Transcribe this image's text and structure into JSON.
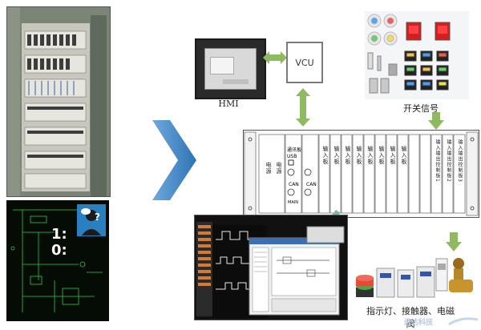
{
  "labels": {
    "hmi": "HMI",
    "vcu": "VCU",
    "switch_signal": "开关信号",
    "devices": "指示灯、接触器、电磁阀",
    "company": "运达科技"
  },
  "schematic": {
    "state_1": "1:",
    "state_0": "0:",
    "question": "?"
  },
  "rack_modules": [
    {
      "text": "通讯板",
      "usb": "USB",
      "can1": "CAN",
      "can2": "CAN",
      "main": "MAIN"
    },
    "电源",
    "电源",
    "输入板",
    "输入板",
    "输入板",
    "输入板",
    "输入板",
    "输入板",
    "输入板",
    "输入板",
    "输入输出控制板1",
    "输入输出控制板2",
    "输入输出控制板3"
  ],
  "colors": {
    "accent_blue": "#2e74b5",
    "arrow_green": "#8fba62",
    "arrow_teal": "#7eb5a4"
  }
}
